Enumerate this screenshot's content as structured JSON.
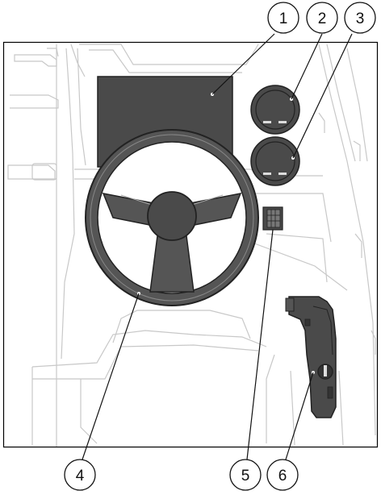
{
  "callouts": [
    {
      "number": "1",
      "part": "display"
    },
    {
      "number": "2",
      "part": "gauge-upper"
    },
    {
      "number": "3",
      "part": "gauge-lower"
    },
    {
      "number": "4",
      "part": "steering-wheel"
    },
    {
      "number": "5",
      "part": "switch-panel"
    },
    {
      "number": "6",
      "part": "throttle-control"
    }
  ],
  "colors": {
    "line": "#111111",
    "ghost": "#c8c8c8",
    "dark_part": "#4a4a4a",
    "wheel": "#555555",
    "frame": "#000000"
  }
}
